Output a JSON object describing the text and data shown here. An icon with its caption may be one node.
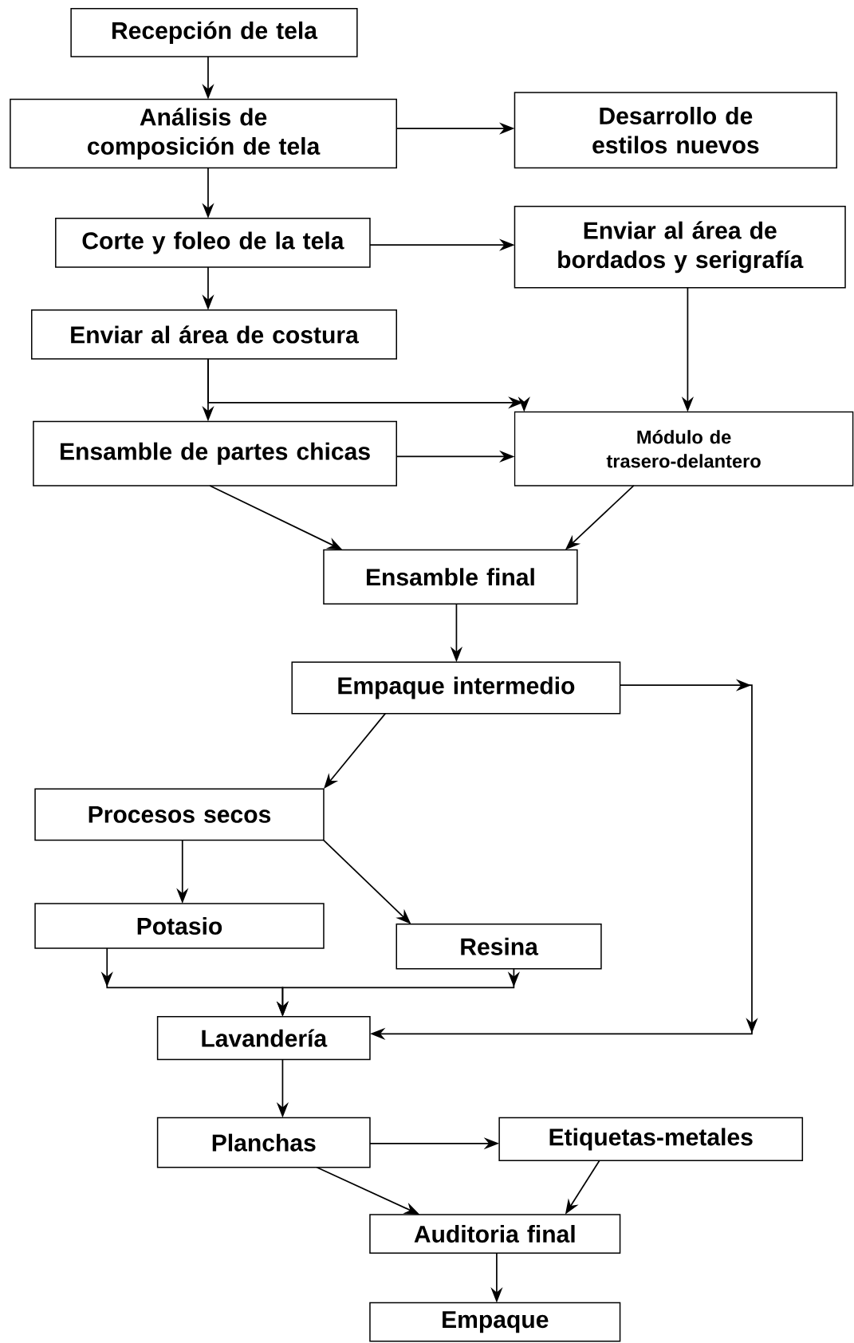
{
  "diagram": {
    "nodes": [
      {
        "text": [
          "Recepción de tela"
        ]
      },
      {
        "text": [
          "Análisis de composición de tela"
        ]
      },
      {
        "text": [
          "Desarrollo de estilos nuevos"
        ]
      },
      {
        "text": [
          "Corte y foleo de la tela"
        ]
      },
      {
        "text": [
          "Enviar al área de bordados y serigrafía"
        ]
      },
      {
        "text": [
          "Enviar al área de costura"
        ]
      },
      {
        "text": [
          "Ensamble de partes chicas"
        ]
      },
      {
        "text": [
          "Módulo de trasero-delantero"
        ]
      },
      {
        "text": [
          "Ensamble final"
        ]
      },
      {
        "text": [
          "Empaque intermedio"
        ]
      },
      {
        "text": [
          "Procesos secos"
        ]
      },
      {
        "text": [
          "Potasio"
        ]
      },
      {
        "text": [
          "Resina"
        ]
      },
      {
        "text": [
          "Lavandería"
        ]
      },
      {
        "text": [
          "Planchas"
        ]
      },
      {
        "text": [
          "Etiquetas-metales"
        ]
      },
      {
        "text": [
          "Auditoria final"
        ]
      },
      {
        "text": [
          "Empaque"
        ]
      }
    ],
    "edges": [
      {
        "from": 0,
        "to": 1,
        "arrow": "to"
      },
      {
        "from": 1,
        "to": 2,
        "arrow": "to"
      },
      {
        "from": 1,
        "to": 3,
        "arrow": "to"
      },
      {
        "from": 3,
        "to": 4,
        "arrow": "to"
      },
      {
        "from": 3,
        "to": 5,
        "arrow": "to"
      },
      {
        "from": 4,
        "to": 7,
        "arrow": "to"
      },
      {
        "from": 5,
        "to": 6,
        "arrow": "to"
      },
      {
        "from": 5,
        "to": 7,
        "arrow": "to"
      },
      {
        "from": 6,
        "to": 7,
        "arrow": "to"
      },
      {
        "from": 6,
        "to": 8,
        "arrow": "to"
      },
      {
        "from": 7,
        "to": 8,
        "arrow": "to"
      },
      {
        "from": 8,
        "to": 9,
        "arrow": "to"
      },
      {
        "from": 9,
        "to": 10,
        "arrow": "to"
      },
      {
        "from": 9,
        "to": 13,
        "arrow": "to"
      },
      {
        "from": 10,
        "to": 11,
        "arrow": "to"
      },
      {
        "from": 10,
        "to": 12,
        "arrow": "to"
      },
      {
        "from": 11,
        "to": 13,
        "arrow": "to"
      },
      {
        "from": 12,
        "to": 13,
        "arrow": "to"
      },
      {
        "from": 13,
        "to": 14,
        "arrow": "to"
      },
      {
        "from": 14,
        "to": 15,
        "arrow": "to"
      },
      {
        "from": 14,
        "to": 16,
        "arrow": "to"
      },
      {
        "from": 15,
        "to": 16,
        "arrow": "to"
      },
      {
        "from": 16,
        "to": 17,
        "arrow": "to"
      }
    ]
  }
}
